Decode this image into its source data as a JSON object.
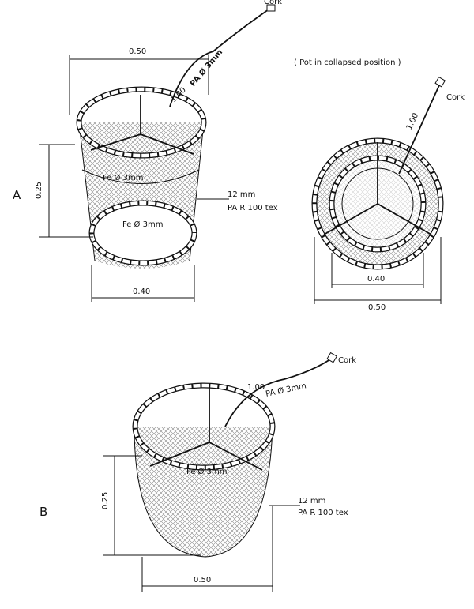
{
  "colors": {
    "ink": "#111111",
    "paper": "#ffffff"
  },
  "figure_a": {
    "label": "A",
    "cork": "Cork",
    "top_diameter": "0.50",
    "line_length": "1.00",
    "line_spec": "PA Ø 3mm",
    "height": "0.25",
    "ring_upper": "Fe Ø 3mm",
    "ring_lower": "Fe Ø 3mm",
    "mesh_size": "12 mm",
    "netting": "PA R 100 tex",
    "bottom_diameter": "0.40",
    "collapsed_caption": "( Pot in collapsed position )",
    "collapsed_cork": "Cork",
    "collapsed_line_length": "1.00",
    "collapsed_inner_diameter": "0.40",
    "collapsed_outer_diameter": "0.50"
  },
  "figure_b": {
    "label": "B",
    "cork": "Cork",
    "line_length": "1.00",
    "line_spec": "PA Ø 3mm",
    "ring": "Fe Ø 3mm",
    "height": "0.25",
    "mesh_size": "12 mm",
    "netting": "PA R 100 tex",
    "diameter": "0.50"
  }
}
